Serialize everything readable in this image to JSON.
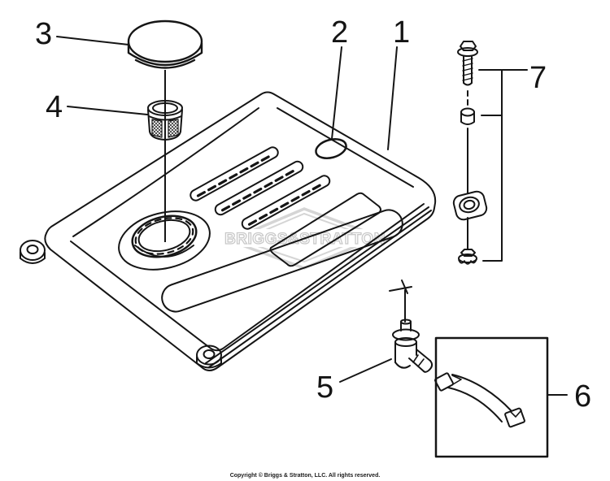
{
  "diagram": {
    "callouts": {
      "c1": "1",
      "c2": "2",
      "c3": "3",
      "c4": "4",
      "c5": "5",
      "c6": "6",
      "c7": "7"
    },
    "watermark": {
      "brand": "BRIGGS&STRATTON",
      "registered": "®"
    },
    "footer": {
      "copyright": "Copyright © Briggs & Stratton, LLC. All rights reserved."
    },
    "colors": {
      "line": "#151515",
      "watermark": "#cccccc",
      "background": "#ffffff"
    }
  }
}
